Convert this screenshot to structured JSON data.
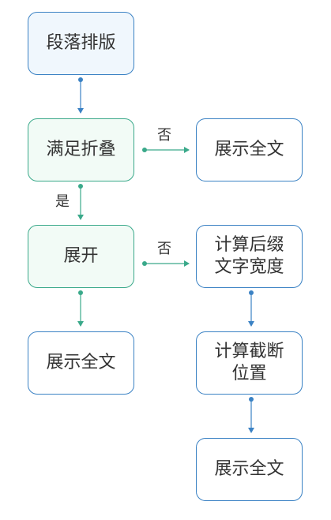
{
  "nodes": {
    "layout": "段落排版",
    "satisfy_fold": "满足折叠",
    "show_full_1": "展示全文",
    "expand": "展开",
    "calc_suffix_line1": "计算后缀",
    "calc_suffix_line2": "文字宽度",
    "show_full_2": "展示全文",
    "calc_cut_line1": "计算截断",
    "calc_cut_line2": "位置",
    "show_full_3": "展示全文"
  },
  "edge_labels": {
    "no_1": "否",
    "yes": "是",
    "no_2": "否"
  },
  "colors": {
    "blue_edge": "#3b82c4",
    "green_edge": "#3aa98a",
    "blue_fill": "#f0f7fd",
    "green_fill": "#f2fbf6"
  }
}
